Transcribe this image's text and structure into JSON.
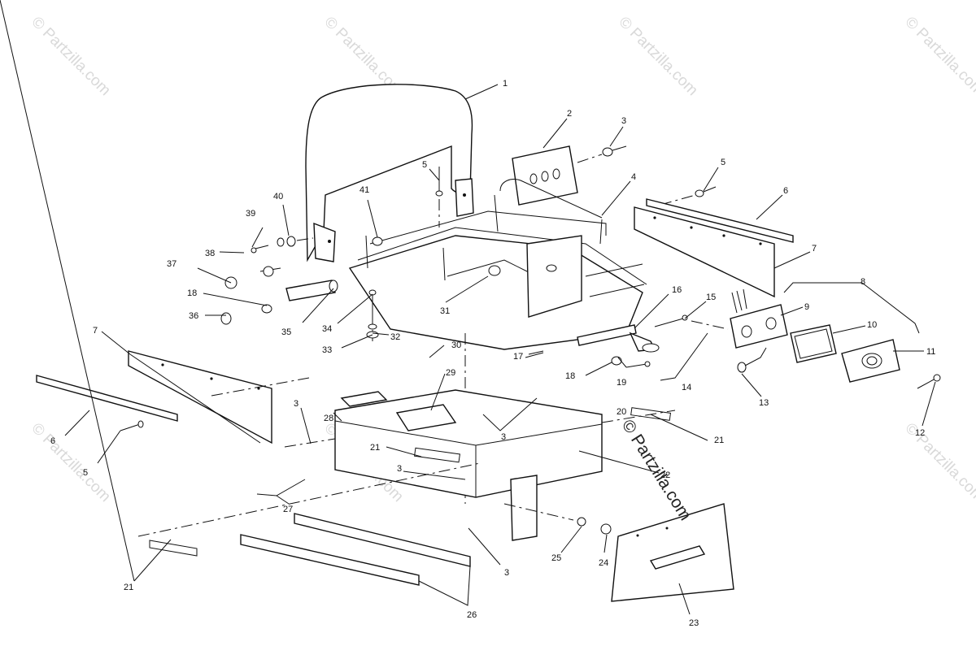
{
  "watermark": {
    "small": "© Partzilla.com",
    "main": "© Partzilla.com"
  },
  "callouts": {
    "c1": "1",
    "c2": "2",
    "c3a": "3",
    "c3b": "3",
    "c3c": "3",
    "c3d": "3",
    "c3e": "3",
    "c4": "4",
    "c5a": "5",
    "c5b": "5",
    "c5c": "5",
    "c6a": "6",
    "c6b": "6",
    "c7a": "7",
    "c7b": "7",
    "c8": "8",
    "c9": "9",
    "c10": "10",
    "c11": "11",
    "c12": "12",
    "c13": "13",
    "c14": "14",
    "c15": "15",
    "c16": "16",
    "c17": "17",
    "c18a": "18",
    "c18b": "18",
    "c19": "19",
    "c20": "20",
    "c21a": "21",
    "c21b": "21",
    "c21c": "21",
    "c22": "22",
    "c23": "23",
    "c24": "24",
    "c25": "25",
    "c26": "26",
    "c27": "27",
    "c28": "28",
    "c29": "29",
    "c30": "30",
    "c31": "31",
    "c32": "32",
    "c33": "33",
    "c34": "34",
    "c35": "35",
    "c36": "36",
    "c37": "37",
    "c38": "38",
    "c39": "39",
    "c40": "40",
    "c41": "41"
  }
}
